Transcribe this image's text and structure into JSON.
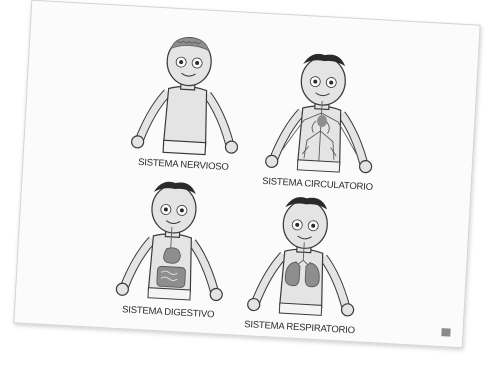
{
  "worksheet": {
    "panels": [
      {
        "caption": "SISTEMA NERVIOSO",
        "icon": "brain-icon"
      },
      {
        "caption": "SISTEMA CIRCULATORIO",
        "icon": "blood-vessels-icon"
      },
      {
        "caption": "SISTEMA DIGESTIVO",
        "icon": "stomach-intestine-icon"
      },
      {
        "caption": "SISTEMA RESPIRATORIO",
        "icon": "lungs-icon"
      }
    ],
    "credit": "",
    "page_number": "",
    "colors": {
      "skin": "#e4e4e4",
      "outline": "#3a3a3a",
      "hair": "#2a2a2a",
      "organ": "#8e8e8e",
      "organ_dark": "#5c5c5c"
    }
  }
}
